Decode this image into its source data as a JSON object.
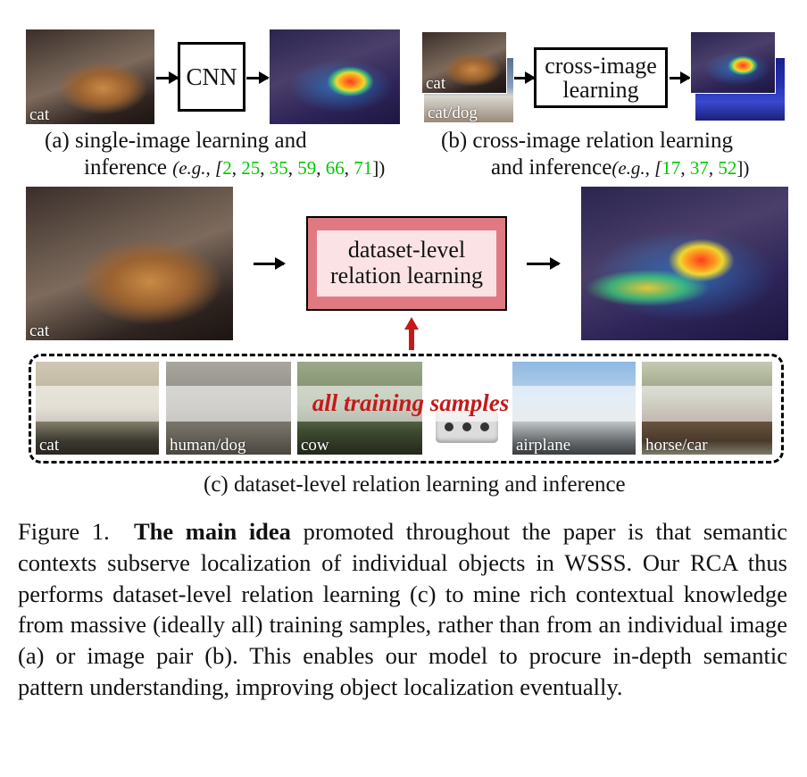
{
  "panel_a": {
    "input_label": "cat",
    "box_label": "CNN",
    "caption_line1": "(a) single-image learning and",
    "caption_line2_prefix": "inference",
    "refs_open": "(e.g., [",
    "refs": [
      "2",
      "25",
      "35",
      "59",
      "66",
      "71"
    ],
    "refs_close": "])"
  },
  "panel_b": {
    "input_label_top": "cat",
    "input_label_bottom": "cat/dog",
    "box_label_line1": "cross-image",
    "box_label_line2": "learning",
    "caption_line1": "(b) cross-image relation learning",
    "caption_line2_prefix": "and inference",
    "refs_open": "(e.g., [",
    "refs": [
      "17",
      "37",
      "52"
    ],
    "refs_close": "])"
  },
  "panel_c": {
    "input_label": "cat",
    "box_label_line1": "dataset-level",
    "box_label_line2": "relation learning",
    "banner_text": "all training samples",
    "samples": [
      "cat",
      "human/dog",
      "cow",
      "airplane",
      "horse/car"
    ],
    "caption": "(c) dataset-level relation learning and inference"
  },
  "figure_caption": {
    "label": "Figure 1.",
    "bold": "The main idea",
    "text": "promoted throughout the paper is that semantic contexts subserve localization of individual objects in WSSS. Our RCA thus performs dataset-level relation learning (c) to mine rich contextual knowledge from massive (ideally all) training samples, rather than from an individual image (a) or image pair (b). This enables our model to procure in-depth semantic pattern understanding, improving object localization eventually."
  },
  "colors": {
    "box_pink_outer": "#e07a82",
    "box_pink_inner": "#fbe3e5",
    "up_arrow_red": "#c41a1a",
    "banner_red": "#c41a1a",
    "ref_green": "#00c800"
  }
}
